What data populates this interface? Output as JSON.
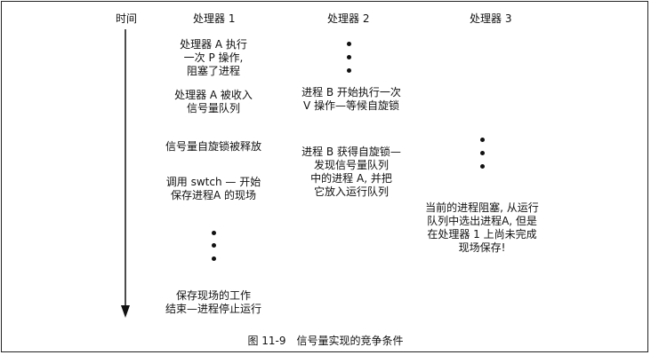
{
  "headers": {
    "time": "时间",
    "p1": "处理器 1",
    "p2": "处理器 2",
    "p3": "处理器 3"
  },
  "col1": {
    "b1": [
      "处理器 A 执行",
      "一次 P 操作,",
      "阻塞了进程"
    ],
    "b2": [
      "处理器 A 被收入",
      "信号量队列"
    ],
    "b3": [
      "信号量自旋锁被释放"
    ],
    "b4": [
      "调用 swtch — 开始",
      "保存进程A 的现场"
    ],
    "b5": [
      "保存现场的工作",
      "结束—进程停止运行"
    ]
  },
  "col2": {
    "b1": [
      "进程 B 开始执行一次",
      "V 操作—等候自旋锁"
    ],
    "b2": [
      "进程 B 获得自旋锁—",
      "发现信号量队列",
      "中的进程 A, 并把",
      "它放入运行队列"
    ]
  },
  "col3": {
    "b1": [
      "当前的进程阻塞, 从运行",
      "队列中选出进程A, 但是",
      "在处理器 1 上尚未完成",
      "现场保存!"
    ]
  },
  "caption": "图 11-9　信号量实现的竞争条件"
}
